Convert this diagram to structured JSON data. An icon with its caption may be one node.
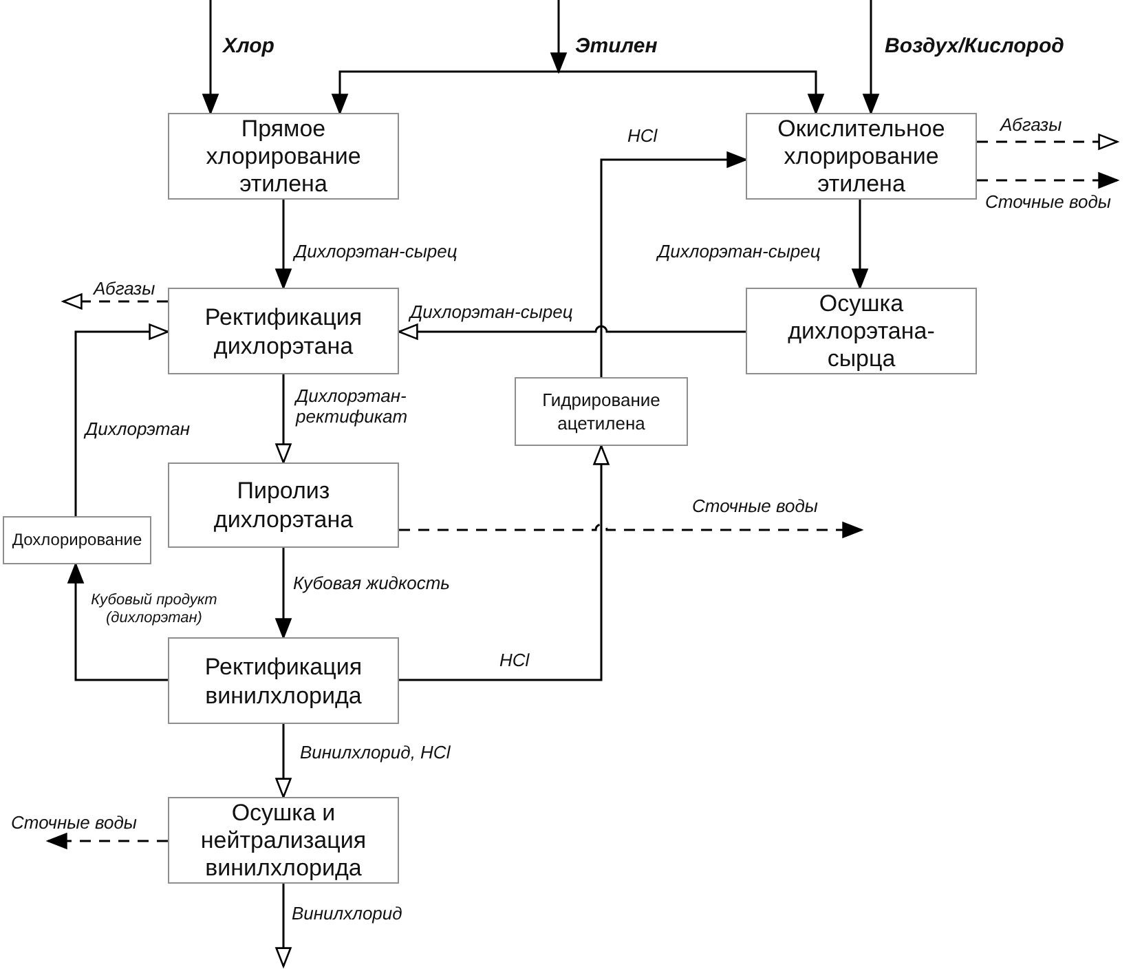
{
  "diagram": {
    "nodes": [
      {
        "text": [
          "Прямое хлорирование этилена"
        ]
      },
      {
        "text": [
          "Окислительное хлорирование этилена"
        ]
      },
      {
        "text": [
          "Ректификация дихлорэтана"
        ]
      },
      {
        "text": [
          "Осушка дихлорэтана-сырца"
        ]
      },
      {
        "text": [
          "Гидрирование ацетилена"
        ]
      },
      {
        "text": [
          "Пиролиз дихлорэтана"
        ]
      },
      {
        "text": [
          "Дохлорирование"
        ]
      },
      {
        "text": [
          "Ректификация винилхлорида"
        ]
      },
      {
        "text": [
          "Осушка и нейтрализация винилхлорида"
        ]
      }
    ],
    "edges": [
      {
        "from": null,
        "to": 0,
        "arrow": "to",
        "label": "Хлор"
      },
      {
        "from": null,
        "to": 0,
        "arrow": "to",
        "label": "Этилен"
      },
      {
        "from": null,
        "to": 1,
        "arrow": "to"
      },
      {
        "from": null,
        "to": 1,
        "arrow": "to",
        "label": "Воздух/Кислород"
      },
      {
        "from": 4,
        "to": 1,
        "arrow": "to",
        "label": "HCl"
      },
      {
        "from": 1,
        "to": null,
        "arrow": "to",
        "label": "Абгазы",
        "style": "dashed"
      },
      {
        "from": 1,
        "to": null,
        "arrow": "to",
        "label": "Сточные воды",
        "style": "dashed"
      },
      {
        "from": 0,
        "to": 2,
        "arrow": "to",
        "label": "Дихлорэтан-сырец"
      },
      {
        "from": 1,
        "to": 3,
        "arrow": "to",
        "label": "Дихлорэтан-сырец"
      },
      {
        "from": 3,
        "to": 2,
        "arrow": "to",
        "label": "Дихлорэтан-сырец"
      },
      {
        "from": 2,
        "to": null,
        "arrow": "to",
        "label": "Абгазы",
        "style": "dashed"
      },
      {
        "from": 6,
        "to": 2,
        "arrow": "to",
        "label": "Дихлорэтан"
      },
      {
        "from": 2,
        "to": 5,
        "arrow": "to",
        "label": "Дихлорэтан-ректификат"
      },
      {
        "from": 5,
        "to": null,
        "arrow": "to",
        "label": "Сточные воды",
        "style": "dashed"
      },
      {
        "from": 5,
        "to": 7,
        "arrow": "to",
        "label": "Кубовая жидкость"
      },
      {
        "from": 7,
        "to": 6,
        "arrow": "to",
        "label": "Кубовый продукт (дихлорэтан)"
      },
      {
        "from": 7,
        "to": 4,
        "arrow": "to",
        "label": "HCl"
      },
      {
        "from": 7,
        "to": 8,
        "arrow": "to",
        "label": "Винилхлорид, HCl"
      },
      {
        "from": 8,
        "to": null,
        "arrow": "to",
        "label": "Сточные воды",
        "style": "dashed"
      },
      {
        "from": 8,
        "to": null,
        "arrow": "to",
        "label": "Винилхлорид"
      }
    ]
  }
}
